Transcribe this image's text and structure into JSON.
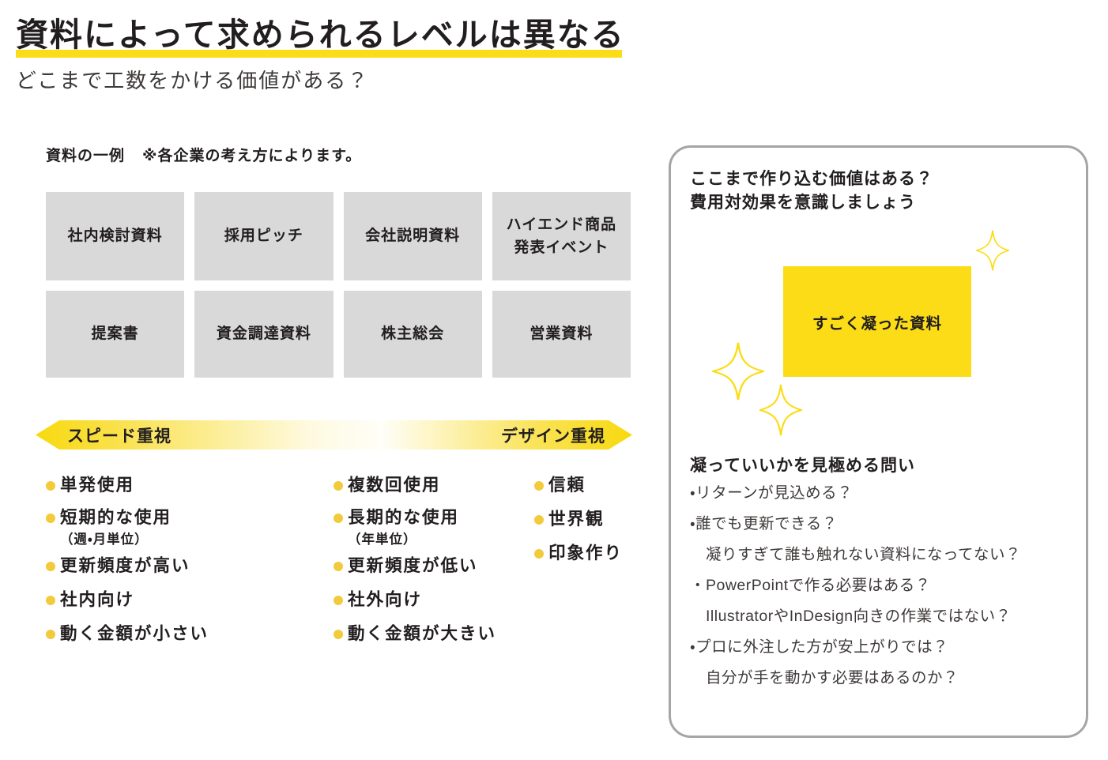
{
  "colors": {
    "accent_yellow": "#FBDC16",
    "bullet_yellow": "#F2CB3C",
    "box_gray": "#D9D9D9",
    "text_dark": "#221E1F",
    "text_gray": "#3E3A39",
    "panel_border": "#A5A5A5"
  },
  "header": {
    "title": "資料によって求められるレベルは異なる",
    "subtitle": "どこまで工数をかける価値がある？"
  },
  "examples": {
    "heading": "資料の一例",
    "note": "※各企業の考え方によります。",
    "boxes": [
      {
        "label": "社内検討資料"
      },
      {
        "label": "採用ピッチ"
      },
      {
        "label": "会社説明資料"
      },
      {
        "label": "ハイエンド商品\n発表イベント"
      },
      {
        "label": "提案書"
      },
      {
        "label": "資金調達資料"
      },
      {
        "label": "株主総会"
      },
      {
        "label": "営業資料"
      }
    ]
  },
  "spectrum": {
    "left_label": "スピード重視",
    "right_label": "デザイン重視"
  },
  "criteria": {
    "speed": [
      {
        "label": "単発使用"
      },
      {
        "label": "短期的な使用",
        "sub": "（週・月単位）"
      },
      {
        "label": "更新頻度が高い"
      },
      {
        "label": "社内向け"
      },
      {
        "label": "動く金額が小さい"
      }
    ],
    "design": [
      {
        "label": "複数回使用"
      },
      {
        "label": "長期的な使用",
        "sub": "（年単位）"
      },
      {
        "label": "更新頻度が低い"
      },
      {
        "label": "社外向け"
      },
      {
        "label": "動く金額が大きい"
      }
    ],
    "impression": [
      {
        "label": "信頼"
      },
      {
        "label": "世界観"
      },
      {
        "label": "印象作り"
      }
    ]
  },
  "panel": {
    "heading": "ここまで作り込む価値はある？\n費用対効果を意識しましょう",
    "highlight_box": "すごく凝った資料",
    "questions_heading": "凝っていいかを見極める問い",
    "questions": [
      {
        "text": "・リターンが見込める？",
        "indent": false
      },
      {
        "text": "・誰でも更新できる？",
        "indent": false
      },
      {
        "text": "凝りすぎて誰も触れない資料になってない？",
        "indent": true
      },
      {
        "text": "・PowerPointで作る必要はある？",
        "indent": false
      },
      {
        "text": "IllustratorやInDesign向きの作業ではない？",
        "indent": true
      },
      {
        "text": "・プロに外注した方が安上がりでは？",
        "indent": false
      },
      {
        "text": "自分が手を動かす必要はあるのか？",
        "indent": true
      }
    ]
  }
}
